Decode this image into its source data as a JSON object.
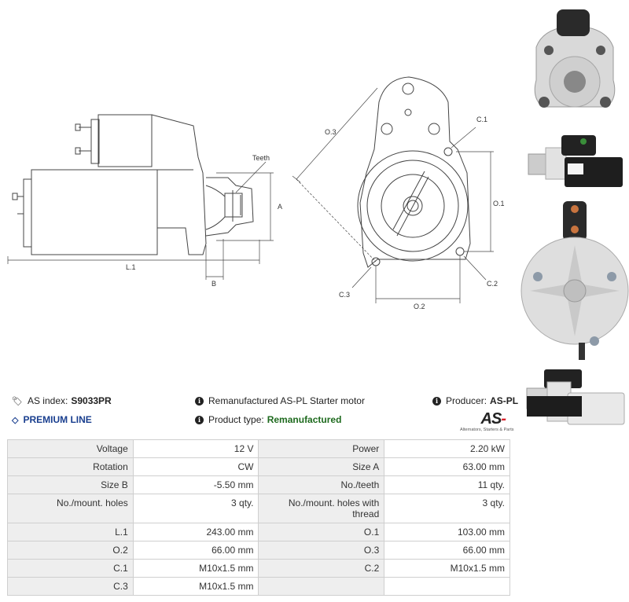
{
  "drawing_labels": {
    "teeth": "Teeth",
    "a": "A",
    "b": "B",
    "l1": "L.1",
    "o1": "O.1",
    "o2": "O.2",
    "o3": "O.3",
    "c1": "C.1",
    "c2": "C.2",
    "c3": "C.3"
  },
  "info": {
    "as_index_label": "AS index:",
    "as_index_value": "S9033PR",
    "premium_line": "PREMIUM LINE",
    "description": "Remanufactured AS-PL Starter motor",
    "product_type_label": "Product type:",
    "product_type_value": "Remanufactured",
    "producer_label": "Producer:",
    "producer_value": "AS-PL"
  },
  "logo": {
    "text_a": "AS",
    "text_b": "-",
    "tagline": "Alternators, Starters & Parts"
  },
  "specs": [
    [
      "Voltage",
      "12 V",
      "Power",
      "2.20 kW"
    ],
    [
      "Rotation",
      "CW",
      "Size A",
      "63.00 mm"
    ],
    [
      "Size B",
      "-5.50 mm",
      "No./teeth",
      "11 qty."
    ],
    [
      "No./mount. holes",
      "3 qty.",
      "No./mount. holes with thread",
      "3 qty."
    ],
    [
      "L.1",
      "243.00 mm",
      "O.1",
      "103.00 mm"
    ],
    [
      "O.2",
      "66.00 mm",
      "O.3",
      "66.00 mm"
    ],
    [
      "C.1",
      "M10x1.5 mm",
      "C.2",
      "M10x1.5 mm"
    ],
    [
      "C.3",
      "M10x1.5 mm",
      "",
      ""
    ]
  ],
  "colors": {
    "premium_blue": "#1a3f8f",
    "remanufactured_green": "#1e6a1e",
    "logo_red": "#d8202a"
  },
  "icons": [
    "tag-icon",
    "info-icon",
    "diamond-icon"
  ]
}
